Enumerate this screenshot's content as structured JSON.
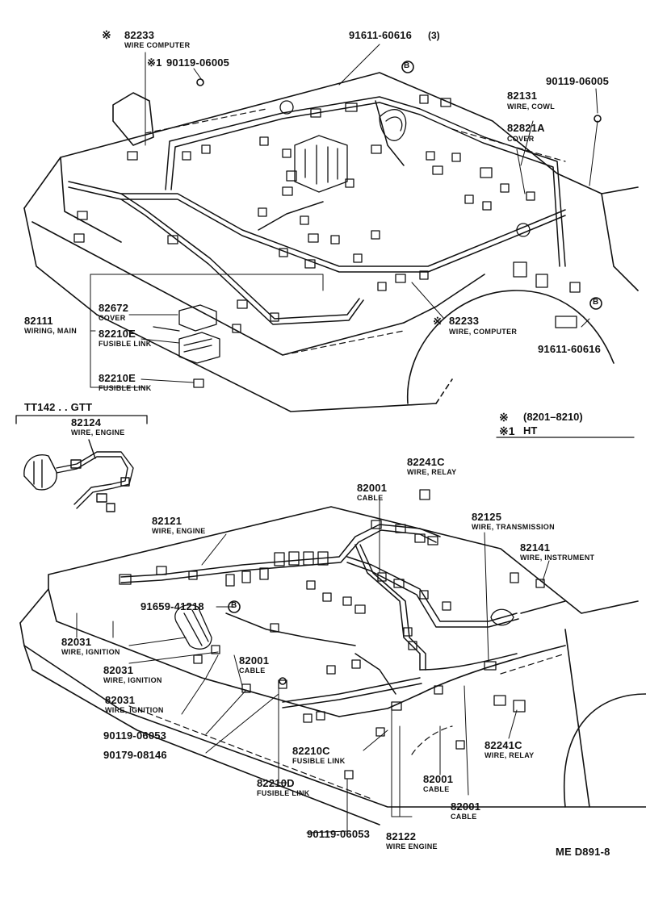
{
  "top": {
    "wire_computer_top": {
      "part": "82233",
      "desc": "WIRE COMPUTER",
      "mark": "※"
    },
    "bolt_ht": {
      "mark": "※1",
      "part": "90119-06005"
    },
    "clip_top": {
      "part": "91611-60616",
      "qty": "(3)",
      "ref": "B"
    },
    "bolt_right": {
      "part": "90119-06005"
    },
    "wire_cowl": {
      "part": "82131",
      "desc": "WIRE, COWL"
    },
    "cover_right": {
      "part": "82821A",
      "desc": "COVER"
    },
    "wiring_main": {
      "part": "82111",
      "desc": "WIRING, MAIN"
    },
    "cover_left": {
      "part": "82672",
      "desc": "COVER"
    },
    "fusible_1": {
      "part": "82210E",
      "desc": "FUSIBLE LINK"
    },
    "fusible_2": {
      "part": "82210E",
      "desc": "FUSIBLE LINK"
    },
    "wire_computer_mid": {
      "part": "82233",
      "desc": "WIRE, COMPUTER",
      "mark": "※"
    },
    "clip_right": {
      "part": "91611-60616",
      "ref": "B"
    }
  },
  "inset": {
    "title": "TT142 . . GTT",
    "part": "82124",
    "desc": "WIRE, ENGINE"
  },
  "legend": {
    "row1_mark": "※",
    "row1_text": "(8201–8210)",
    "row2_mark": "※1",
    "row2_text": "HT"
  },
  "bottom": {
    "relay_top": {
      "part": "82241C",
      "desc": "WIRE, RELAY"
    },
    "cable_top": {
      "part": "82001",
      "desc": "CABLE"
    },
    "wire_trans": {
      "part": "82125",
      "desc": "WIRE, TRANSMISSION"
    },
    "wire_instr": {
      "part": "82141",
      "desc": "WIRE, INSTRUMENT"
    },
    "wire_engine": {
      "part": "82121",
      "desc": "WIRE, ENGINE"
    },
    "clip_b": {
      "part": "91659-41218",
      "ref": "B"
    },
    "ign_1": {
      "part": "82031",
      "desc": "WIRE, IGNITION"
    },
    "ign_2": {
      "part": "82031",
      "desc": "WIRE, IGNITION"
    },
    "ign_3": {
      "part": "82031",
      "desc": "WIRE, IGNITION"
    },
    "cable_mid": {
      "part": "82001",
      "desc": "CABLE"
    },
    "bolt_1": {
      "part": "90119-06053"
    },
    "bolt_2": {
      "part": "90179-08146"
    },
    "fusible_c": {
      "part": "82210C",
      "desc": "FUSIBLE LINK"
    },
    "fusible_d": {
      "part": "82210D",
      "desc": "FUSIBLE LINK"
    },
    "cable_low1": {
      "part": "82001",
      "desc": "CABLE"
    },
    "cable_low2": {
      "part": "82001",
      "desc": "CABLE"
    },
    "relay_right": {
      "part": "82241C",
      "desc": "WIRE, RELAY"
    },
    "bolt_3": {
      "part": "90119-06053"
    },
    "wire_engine_low": {
      "part": "82122",
      "desc": "WIRE ENGINE"
    }
  },
  "figure_code": "ME D891-8"
}
